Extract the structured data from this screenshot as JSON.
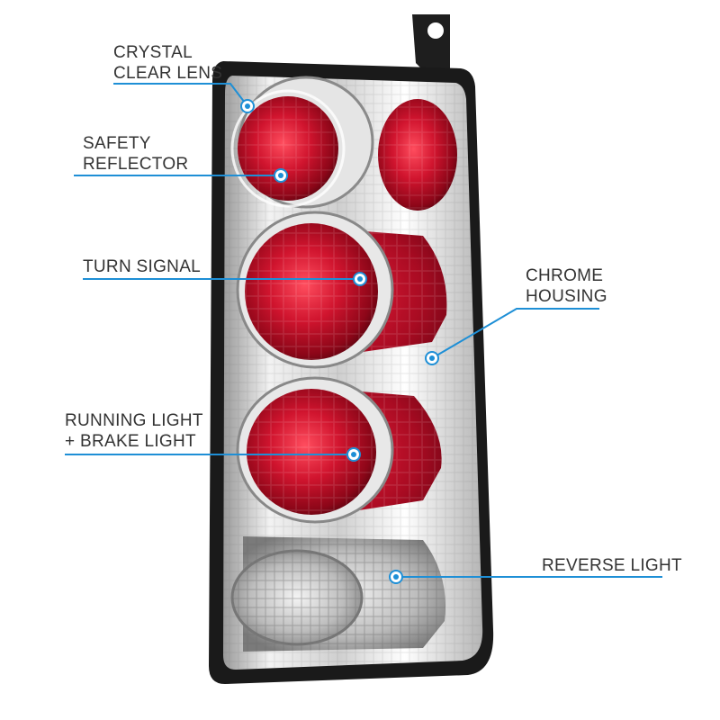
{
  "labels": {
    "crystal_clear_lens": [
      "CRYSTAL",
      "CLEAR LENS"
    ],
    "safety_reflector": [
      "SAFETY",
      "REFLECTOR"
    ],
    "turn_signal": [
      "TURN SIGNAL"
    ],
    "running_brake": [
      "RUNNING LIGHT",
      "+ BRAKE LIGHT"
    ],
    "chrome_housing": [
      "CHROME",
      "HOUSING"
    ],
    "reverse_light": [
      "REVERSE LIGHT"
    ]
  },
  "colors": {
    "callout_line": "#1e8fd6",
    "label_text": "#333333",
    "lens_red": "#c8102e",
    "housing_frame": "#1a1a1a",
    "chrome": "#d9d9d9"
  }
}
